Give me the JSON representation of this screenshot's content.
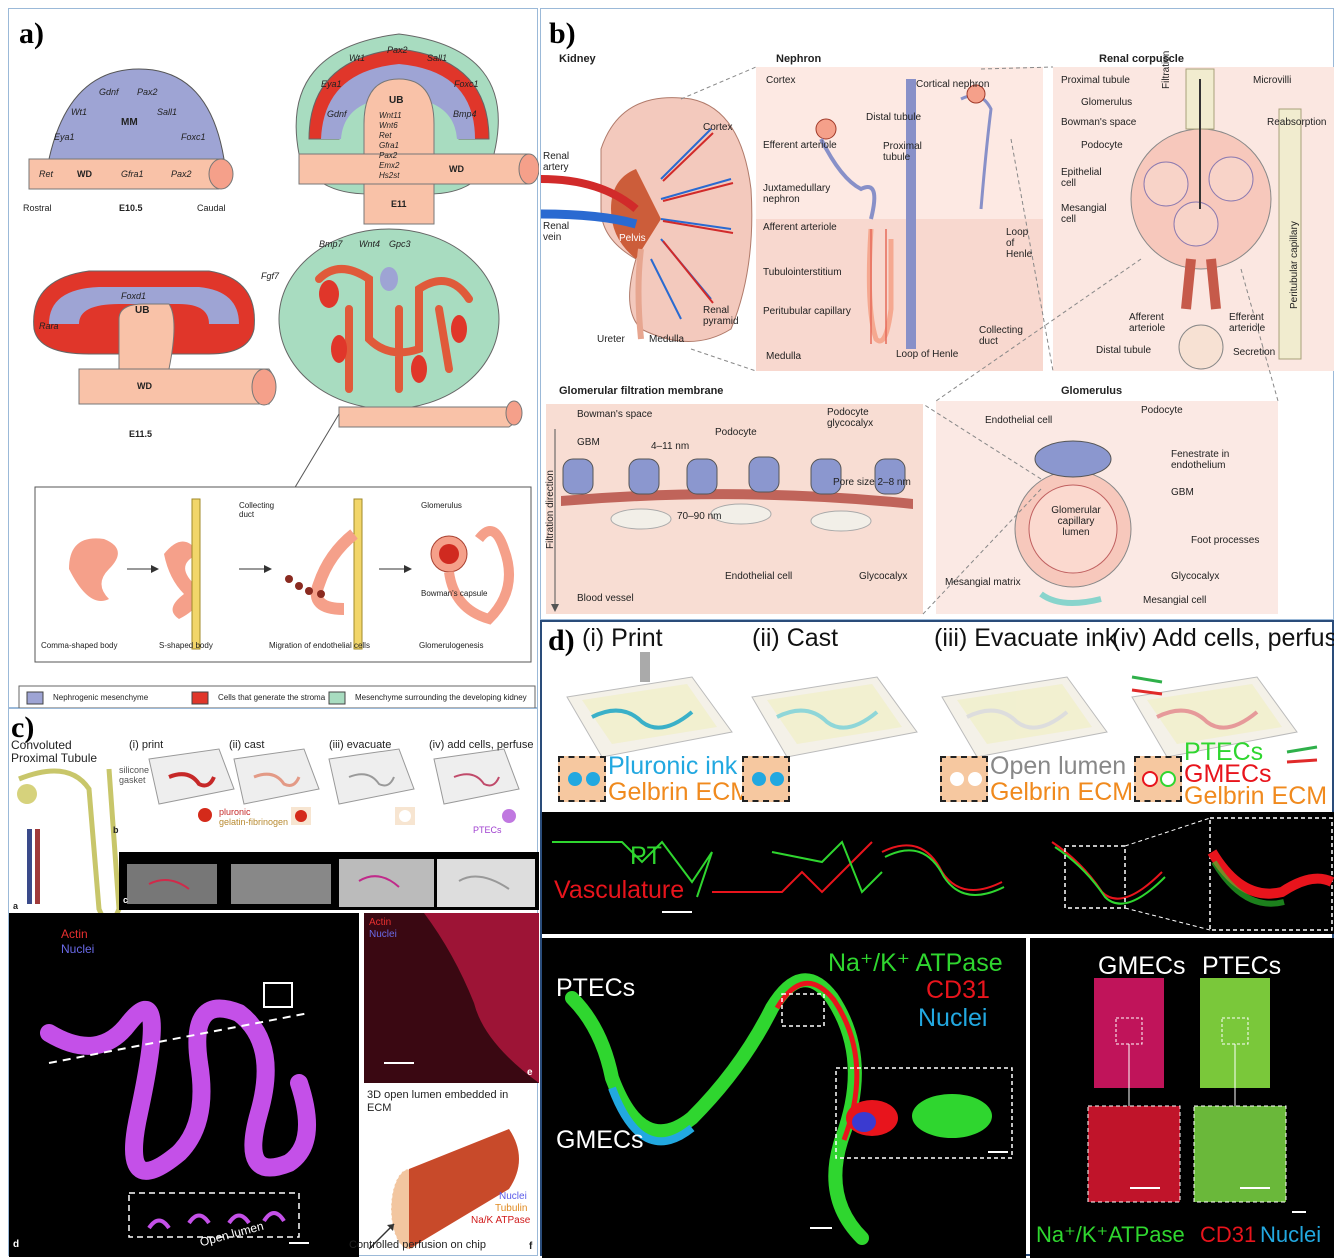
{
  "panel_a": {
    "label": "a)",
    "e105": {
      "title": "E10.5",
      "mm": "MM",
      "wd": "WD",
      "rostral": "Rostral",
      "caudal": "Caudal",
      "genes": [
        "Gdnf",
        "Pax2",
        "Wt1",
        "Sall1",
        "Eya1",
        "Foxc1",
        "Ret",
        "Gfra1",
        "Pax2"
      ]
    },
    "e11": {
      "title": "E11",
      "ub": "UB",
      "wd": "WD",
      "genes": [
        "Wt1",
        "Pax2",
        "Sall1",
        "Eya1",
        "Foxc1",
        "Gdnf",
        "Bmp4"
      ],
      "ub_genes": "Wnt11\nWnt6\nRet\nGfra1\nPax2\nEmx2\nHs2st"
    },
    "e115": {
      "title": "E11.5",
      "ub": "UB",
      "wd": "WD",
      "foxd1": "Foxd1",
      "rara": "Rara"
    },
    "branch": {
      "genes": [
        "Bmp7",
        "Wnt4",
        "Gpc3",
        "Fgf7"
      ]
    },
    "inset": {
      "collecting_duct": "Collecting duct",
      "glomerulus": "Glomerulus",
      "bowmans": "Bowman's capsule",
      "stages": [
        "Comma-shaped body",
        "S-shaped body",
        "Migration of endothelial cells",
        "Glomerulogenesis"
      ]
    },
    "legend": [
      "Nephrogenic mesenchyme",
      "Cells that generate the stroma",
      "Mesenchyme surrounding the developing kidney"
    ],
    "colors": {
      "mm": "#9ea4d4",
      "stroma": "#e0362a",
      "mesenchyme": "#a8dcc0",
      "duct": "#f5a08a"
    }
  },
  "panel_b": {
    "label": "b)",
    "kidney": {
      "title": "Kidney",
      "labels": [
        "Renal artery",
        "Renal vein",
        "Cortex",
        "Pelvis",
        "Ureter",
        "Medulla",
        "Renal pyramid"
      ]
    },
    "nephron": {
      "title": "Nephron",
      "labels": [
        "Cortex",
        "Cortical nephron",
        "Distal tubule",
        "Efferent arteriole",
        "Proximal tubule",
        "Juxtamedullary nephron",
        "Afferent arteriole",
        "Tubulointerstitium",
        "Peritubular capillary",
        "Loop of Henle",
        "Collecting duct",
        "Loop of Henle",
        "Medulla"
      ]
    },
    "corpuscle": {
      "title": "Renal corpuscle",
      "labels": [
        "Proximal tubule",
        "Microvilli",
        "Glomerulus",
        "Bowman's space",
        "Reabsorption",
        "Podocyte",
        "Epithelial cell",
        "Mesangial cell",
        "Filtration",
        "Peritubular capillary",
        "Afferent arteriole",
        "Efferent arteriole",
        "Distal tubule",
        "Secretion"
      ]
    },
    "gfm": {
      "title": "Glomerular filtration membrane",
      "labels": [
        "Bowman's space",
        "GBM",
        "4–11 nm",
        "Podocyte",
        "Podocyte glycocalyx",
        "Pore size 2–8 nm",
        "70–90 nm",
        "Filtration direction",
        "Endothelial cell",
        "Glycocalyx",
        "Blood vessel"
      ]
    },
    "glomerulus": {
      "title": "Glomerulus",
      "labels": [
        "Endothelial cell",
        "Podocyte",
        "Fenestrate in endothelium",
        "GBM",
        "Glomerular capillary lumen",
        "Foot processes",
        "Glycocalyx",
        "Mesangial matrix",
        "Mesangial cell"
      ]
    }
  },
  "panel_c": {
    "label": "c)",
    "steps": [
      "(i)  print",
      "(ii)  cast",
      "(iii)  evacuate",
      "(iv)  add cells, perfuse"
    ],
    "cpt": "Convoluted Proximal Tubule",
    "gasket": "silicone gasket",
    "pluronic": "pluronic",
    "gelatin": "gelatin-fibrinogen",
    "ptecs": "PTECs",
    "sub": [
      "a",
      "b",
      "c",
      "d",
      "e",
      "f"
    ],
    "actin": "Actin",
    "nuclei": "Nuclei",
    "open_lumen": "Open lumen",
    "lumen3d": "3D open lumen embedded in ECM",
    "f_legend": [
      "Nuclei",
      "Tubulin",
      "Na/K ATPase"
    ],
    "perfusion": "Controlled perfusion on chip"
  },
  "panel_d": {
    "label": "d)",
    "steps": [
      "(i) Print",
      "(ii) Cast",
      "(iii) Evacuate ink",
      "(iv) Add cells, perfuse"
    ],
    "legend": {
      "pluronic": "Pluronic ink",
      "gelbrin": "Gelbrin ECM",
      "open_lumen": "Open lumen",
      "ptecs": "PTECs",
      "gmecs": "GMECs"
    },
    "fluor": {
      "pt": "PT",
      "vasc": "Vasculature"
    },
    "bottom": {
      "ptecs": "PTECs",
      "gmecs": "GMECs",
      "atpase": "Na⁺/K⁺ ATPase",
      "cd31": "CD31",
      "nuclei": "Nuclei"
    },
    "right": {
      "gmecs": "GMECs",
      "ptecs": "PTECs",
      "atpase": "Na⁺/K⁺ATPase",
      "cd31": "CD31",
      "nuclei": "Nuclei"
    },
    "colors": {
      "green": "#2fd62f",
      "red": "#e8141c",
      "blue": "#2aa4e8",
      "orange": "#f08a1e",
      "cyan": "#22a8e0",
      "gray": "#888888"
    }
  }
}
